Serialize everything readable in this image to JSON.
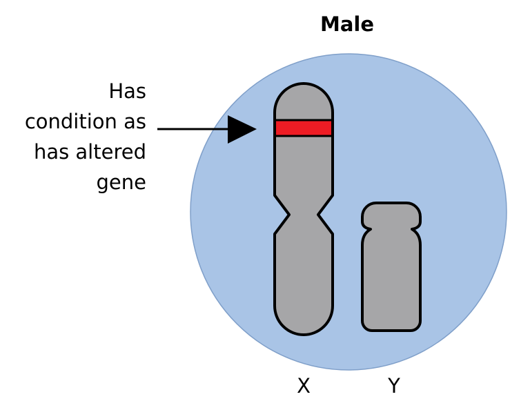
{
  "title": "Male",
  "annotation": {
    "lines": [
      "Has",
      "condition as",
      "has altered",
      "gene"
    ]
  },
  "chromosomes": {
    "x_label": "X",
    "y_label": "Y"
  },
  "colors": {
    "cell": "#a9c4e6",
    "cell_stroke": "#7f9fc9",
    "chromosome": "#a6a6a8",
    "outline": "#000000",
    "altered_gene": "#ee1c24"
  }
}
